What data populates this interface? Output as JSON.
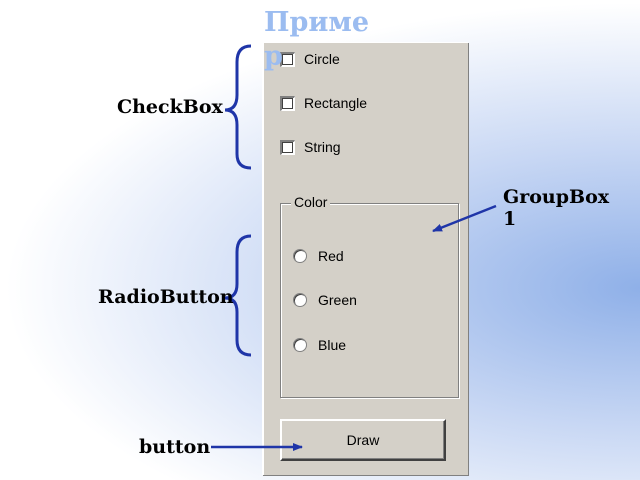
{
  "slide": {
    "title": "Пример"
  },
  "annotations": {
    "checkbox": "CheckBox",
    "groupbox": "GroupBox1",
    "radiobutton": "RadioButton",
    "button": "button"
  },
  "form": {
    "checkboxes": [
      {
        "label": "Circle",
        "checked": false
      },
      {
        "label": "Rectangle",
        "checked": false
      },
      {
        "label": "String",
        "checked": false
      }
    ],
    "groupbox": {
      "label": "Color",
      "radios": [
        {
          "label": "Red",
          "selected": false
        },
        {
          "label": "Green",
          "selected": false
        },
        {
          "label": "Blue",
          "selected": false
        }
      ]
    },
    "draw_button": "Draw"
  },
  "colors": {
    "title": "#9bbcf0",
    "brace": "#1f35a8",
    "arrow": "#1f35a8",
    "form_bg": "#d4d0c8"
  }
}
